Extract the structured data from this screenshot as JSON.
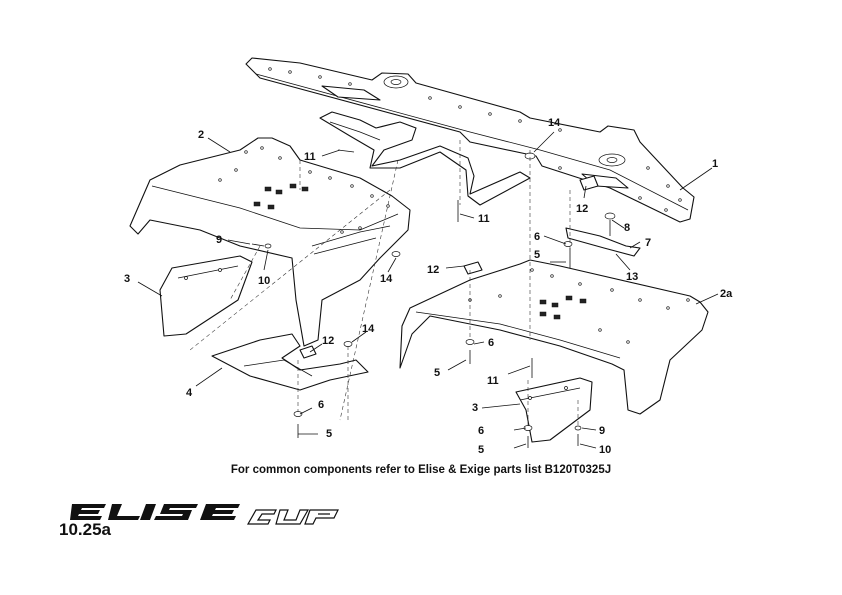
{
  "callouts": {
    "c1": "1",
    "c2": "2",
    "c2a": "2a",
    "c3a": "3",
    "c3b": "3",
    "c4": "4",
    "c5a": "5",
    "c5b": "5",
    "c5c": "5",
    "c5d": "5",
    "c6a": "6",
    "c6b": "6",
    "c6c": "6",
    "c6d": "6",
    "c7": "7",
    "c8": "8",
    "c9a": "9",
    "c9b": "9",
    "c10a": "10",
    "c10b": "10",
    "c11a": "11",
    "c11b": "11",
    "c11c": "11",
    "c12a": "12",
    "c12b": "12",
    "c12c": "12",
    "c13": "13",
    "c14a": "14",
    "c14b": "14",
    "c14c": "14"
  },
  "caption": "For common components refer to Elise & Exige parts list B120T0325J",
  "page_number": "10.25a",
  "brand": {
    "model": "ELISE",
    "variant": "cup"
  }
}
